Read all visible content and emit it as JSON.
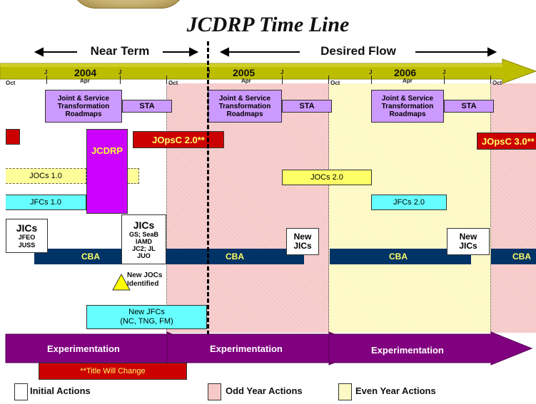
{
  "title": "JCDRP Time Line",
  "phases": {
    "near_term": "Near Term",
    "desired_flow": "Desired Flow"
  },
  "timeline": {
    "years": [
      "2004",
      "2005",
      "2006"
    ],
    "oct": "Oct",
    "apr": "Apr",
    "j": "J"
  },
  "roadmaps": {
    "jstr_label": "Joint & Service Transformation Roadmaps",
    "sta_label": "STA"
  },
  "jopsc": {
    "v2": "JOpsC  2.0**",
    "v3": "JOpsC  3.0**"
  },
  "jcdrp": "JCDRP",
  "jocs": {
    "v1": "JOCs 1.0",
    "v2": "JOCs 2.0"
  },
  "jfcs": {
    "v1": "JFCs 1.0",
    "v2": "JFCs 2.0"
  },
  "jics": {
    "initial_title": "JICs",
    "initial_sub": "JFEO\nJUSS",
    "mid_title": "JICs",
    "mid_sub": "GS; SeaB\nIAMD\nJC2; JL\nJUO",
    "new": "New\nJICs"
  },
  "cba": "CBA",
  "new_jocs": "New JOCs\nIdentified",
  "new_jfcs": "New JFCs\n(NC, TNG, FM)",
  "experimentation": "Experimentation",
  "title_change": "**Title Will Change",
  "legend": {
    "initial": "Initial Actions",
    "odd": "Odd Year Actions",
    "even": "Even Year Actions"
  },
  "colors": {
    "timeline_bar": "#c0c000",
    "pink": "#f6c9c9",
    "yellow": "#fdf9c4",
    "roadmap": "#cc99ff",
    "jopsc": "#cc0000",
    "jcdrp": "#cc00ff",
    "jocs": "#ffff66",
    "jfcs": "#66ffff",
    "cba": "#003366",
    "experimentation": "#800080"
  }
}
